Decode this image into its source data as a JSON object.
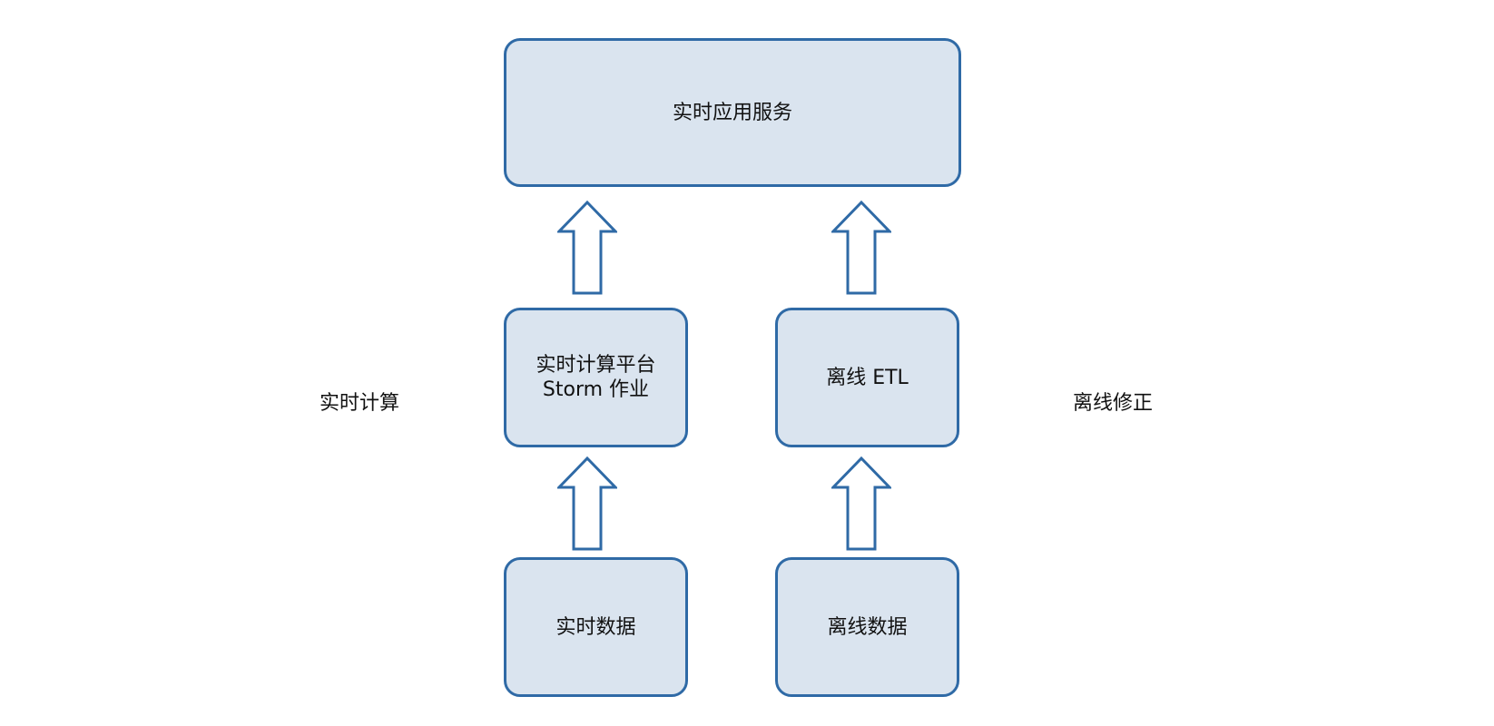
{
  "boxes": {
    "app_service": "实时应用服务",
    "realtime_platform_line1": "实时计算平台",
    "realtime_platform_line2": "Storm 作业",
    "offline_etl": "离线 ETL",
    "realtime_data": "实时数据",
    "offline_data": "离线数据"
  },
  "side_labels": {
    "left": "实时计算",
    "right": "离线修正"
  },
  "colors": {
    "box_fill": "#dae4ef",
    "box_border": "#2f6aa6",
    "arrow_fill": "#ffffff"
  }
}
